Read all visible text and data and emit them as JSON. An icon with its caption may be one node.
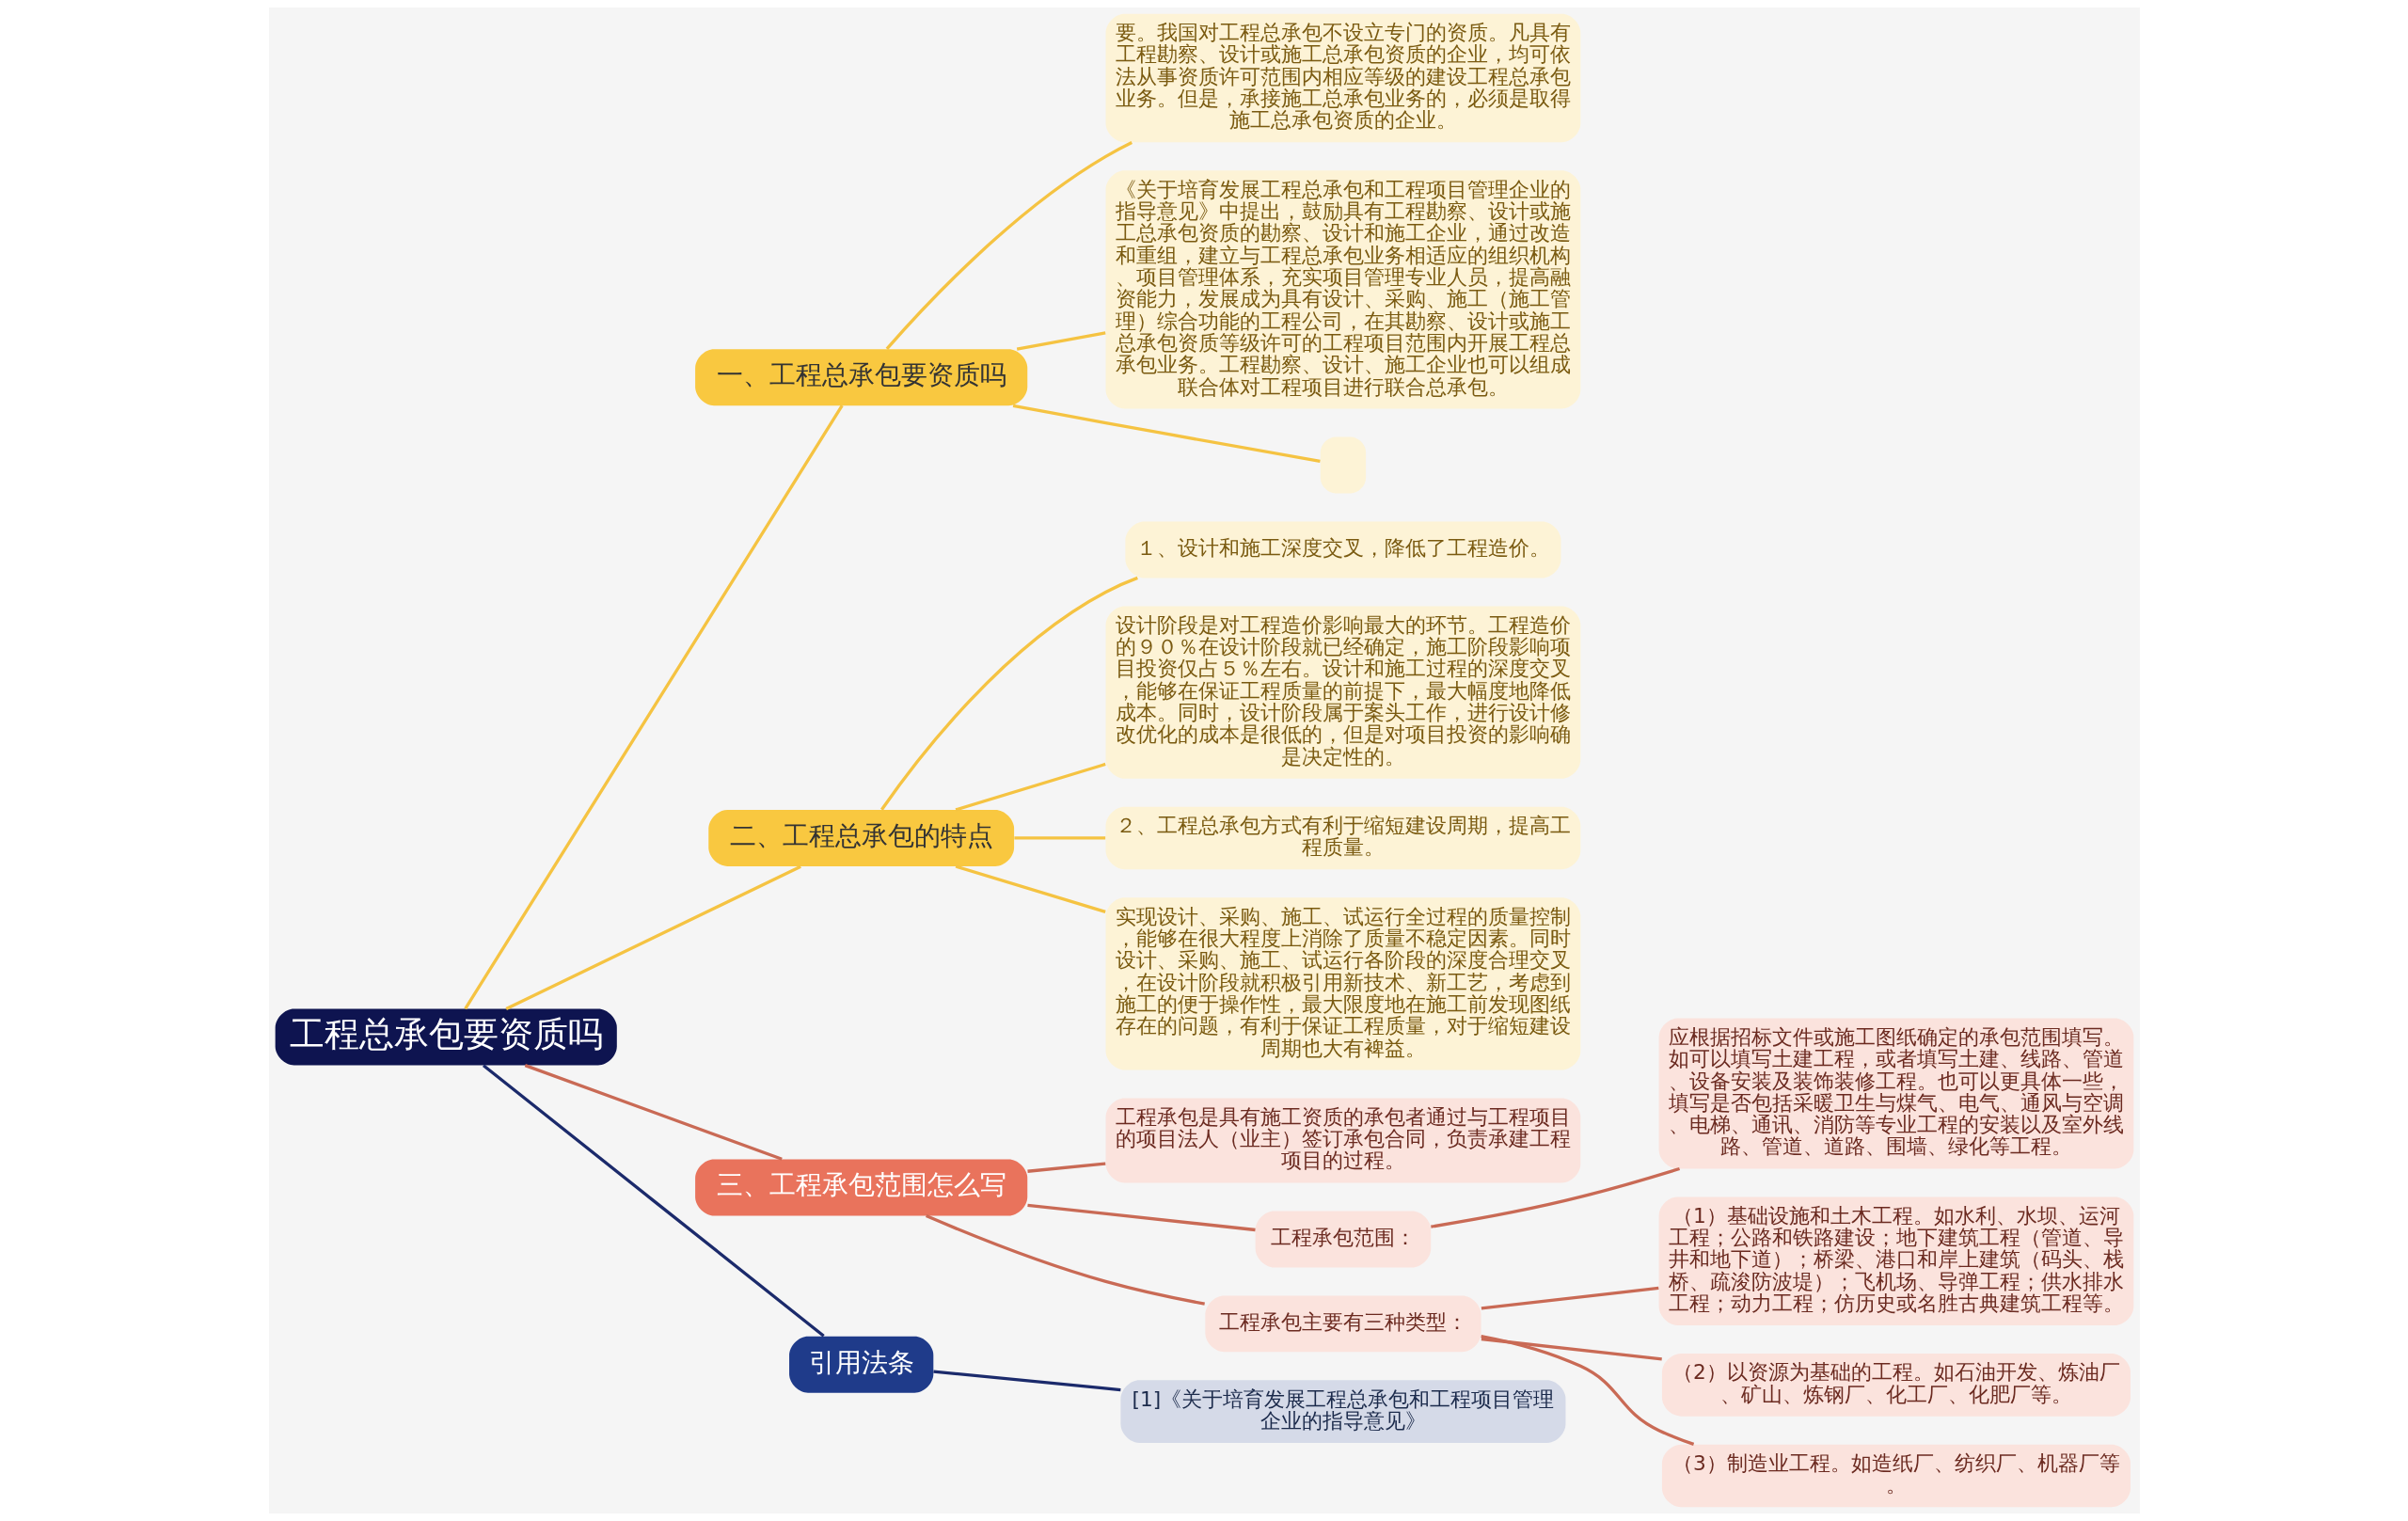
{
  "diagram": {
    "nodes": [
      {
        "text": [
          "工程总承包要资质吗"
        ]
      },
      {
        "text": [
          "一、工程总承包要资质吗"
        ]
      },
      {
        "text": [
          "要。我国对工程总承包不设立专门的资质。凡具有工程勘察、设计或施工总承包资质的企业，均可依法从事资质许可范围内相应等级的建设工程总承包业务。但是，承接施工总承包业务的，必须是取得施工总承包资质的企业。"
        ]
      },
      {
        "text": [
          "《关于培育发展工程总承包和工程项目管理企业的指导意见》中提出，鼓励具有工程勘察、设计或施工总承包资质的勘察、设计和施工企业，通过改造和重组，建立与工程总承包业务相适应的组织机构、项目管理体系，充实项目管理专业人员，提高融资能力，发展成为具有设计、采购、施工（施工管理）综合功能的工程公司，在其勘察、设计或施工总承包资质等级许可的工程项目范围内开展工程总承包业务。工程勘察、设计、施工企业也可以组成联合体对工程项目进行联合总承包。"
        ]
      },
      {
        "text": [],
        "shape": "box"
      },
      {
        "text": [
          "二、工程总承包的特点"
        ]
      },
      {
        "text": [
          "１、设计和施工深度交叉，降低了工程造价。"
        ]
      },
      {
        "text": [
          "设计阶段是对工程造价影响最大的环节。工程造价的９０％在设计阶段就已经确定，施工阶段影响项目投资仅占５％左右。设计和施工过程的深度交叉，能够在保证工程质量的前提下，最大幅度地降低成本。同时，设计阶段属于案头工作，进行设计修改优化的成本是很低的，但是对项目投资的影响确是决定性的。"
        ]
      },
      {
        "text": [
          "２、工程总承包方式有利于缩短建设周期，提高工程质量。"
        ]
      },
      {
        "text": [
          "实现设计、采购、施工、试运行全过程的质量控制，能够在很大程度上消除了质量不稳定因素。同时设计、采购、施工、试运行各阶段的深度合理交叉，在设计阶段就积极引用新技术、新工艺，考虑到施工的便于操作性，最大限度地在施工前发现图纸存在的问题，有利于保证工程质量，对于缩短建设周期也大有裨益。"
        ]
      },
      {
        "text": [
          "三、工程承包范围怎么写"
        ]
      },
      {
        "text": [
          "工程承包是具有施工资质的承包者通过与工程项目的项目法人（业主）签订承包合同，负责承建工程项目的过程。"
        ]
      },
      {
        "text": [
          "工程承包范围："
        ]
      },
      {
        "text": [
          "应根据招标文件或施工图纸确定的承包范围填写。如可以填写土建工程，或者填写土建、线路、管道、设备安装及装饰装修工程。也可以更具体一些，填写是否包括采暖卫生与煤气、电气、通风与空调、电梯、通讯、消防等专业工程的安装以及室外线路、管道、道路、围墙、绿化等工程。"
        ]
      },
      {
        "text": [
          "工程承包主要有三种类型："
        ]
      },
      {
        "text": [
          "（1）基础设施和土木工程。如水利、水坝、运河工程；公路和铁路建设；地下建筑工程（管道、导井和地下道）；桥梁、港口和岸上建筑（码头、栈桥、疏浚防波堤）；飞机场、导弹工程；供水排水工程；动力工程；仿历史或名胜古典建筑工程等。"
        ]
      },
      {
        "text": [
          "（2）以资源为基础的工程。如石油开发、炼油厂、矿山、炼钢厂、化工厂、化肥厂等。"
        ]
      },
      {
        "text": [
          "（3）制造业工程。如造纸厂、纺织厂、机器厂等。"
        ]
      },
      {
        "text": [
          "引用法条"
        ]
      },
      {
        "text": [
          "[1]《关于培育发展工程总承包和工程项目管理企业的指导意见》"
        ]
      }
    ],
    "edges": [
      {
        "from": 0,
        "to": 1,
        "arrow": "none",
        "color": "#f5c342"
      },
      {
        "from": 1,
        "to": 2,
        "arrow": "none",
        "color": "#f5c342"
      },
      {
        "from": 1,
        "to": 3,
        "arrow": "none",
        "color": "#f5c342"
      },
      {
        "from": 1,
        "to": 4,
        "arrow": "none",
        "color": "#f5c342"
      },
      {
        "from": 0,
        "to": 5,
        "arrow": "none",
        "color": "#f5c342"
      },
      {
        "from": 5,
        "to": 6,
        "arrow": "none",
        "color": "#f5c342"
      },
      {
        "from": 5,
        "to": 7,
        "arrow": "none",
        "color": "#f5c342"
      },
      {
        "from": 5,
        "to": 8,
        "arrow": "none",
        "color": "#f5c342"
      },
      {
        "from": 5,
        "to": 9,
        "arrow": "none",
        "color": "#f5c342"
      },
      {
        "from": 0,
        "to": 10,
        "arrow": "none",
        "color": "#c96a55"
      },
      {
        "from": 10,
        "to": 11,
        "arrow": "none",
        "color": "#c96a55"
      },
      {
        "from": 10,
        "to": 12,
        "arrow": "none",
        "color": "#c96a55"
      },
      {
        "from": 12,
        "to": 13,
        "arrow": "none",
        "color": "#c96a55"
      },
      {
        "from": 10,
        "to": 14,
        "arrow": "none",
        "color": "#c96a55"
      },
      {
        "from": 14,
        "to": 15,
        "arrow": "none",
        "color": "#c96a55"
      },
      {
        "from": 14,
        "to": 16,
        "arrow": "none",
        "color": "#c96a55"
      },
      {
        "from": 14,
        "to": 17,
        "arrow": "none",
        "color": "#c96a55"
      },
      {
        "from": 0,
        "to": 18,
        "arrow": "none",
        "color": "#1b2a6b"
      },
      {
        "from": 18,
        "to": 19,
        "arrow": "none",
        "color": "#1b2a6b"
      }
    ]
  }
}
